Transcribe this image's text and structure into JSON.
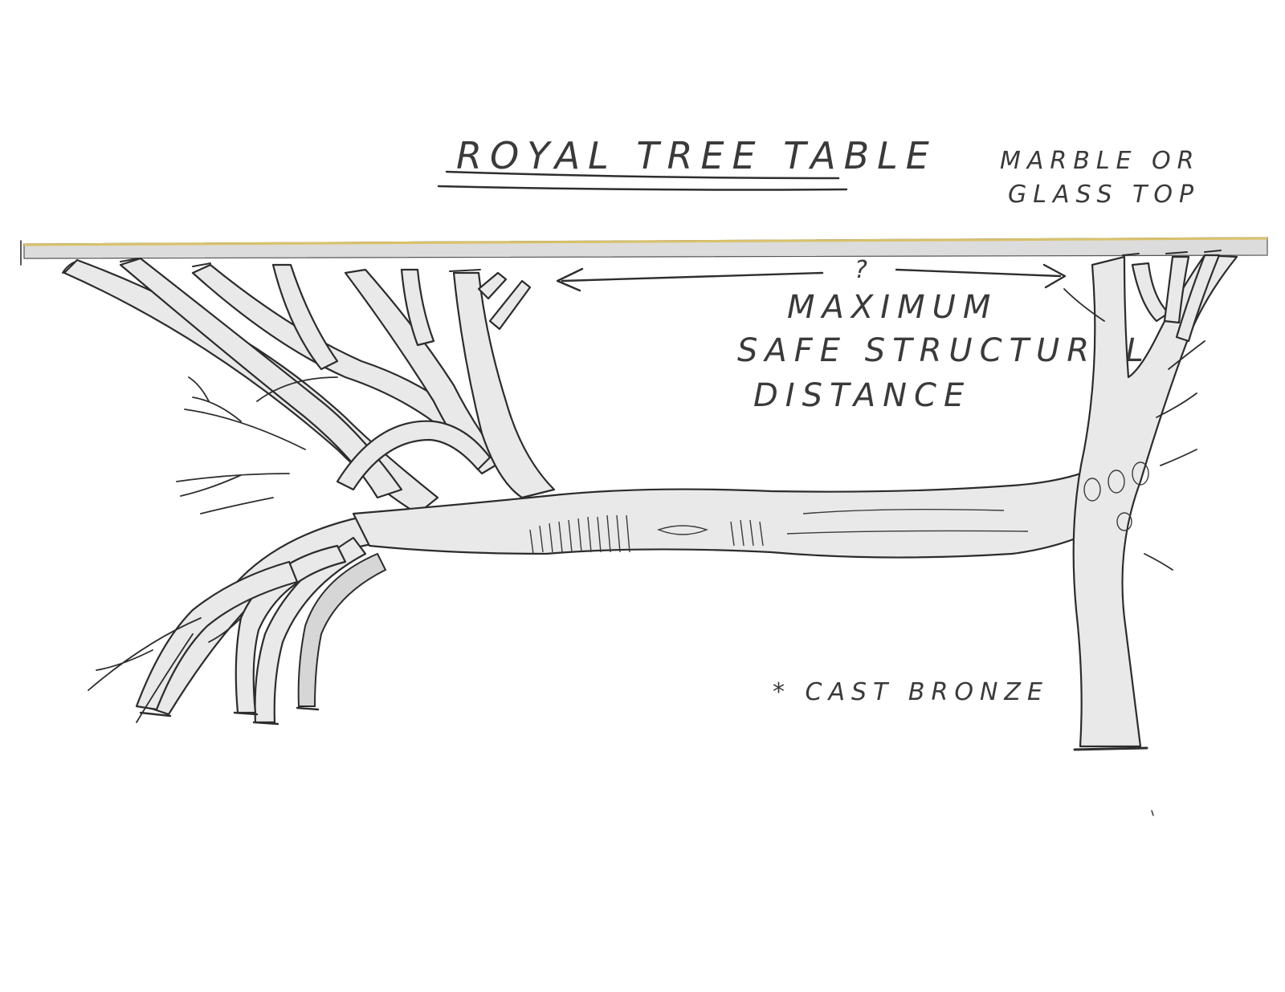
{
  "title": "ROYAL TREE TABLE",
  "notes": {
    "top_material_line1": "MARBLE OR",
    "top_material_line2": "GLASS TOP",
    "span_question": "?",
    "span_line1": "MAXIMUM",
    "span_line2": "SAFE STRUCTURAL",
    "span_line3": "DISTANCE",
    "material": "* CAST BRONZE"
  },
  "colors": {
    "ink": "#2e2e2e",
    "bronze_fill": "#e9e9e9",
    "tabletop_edge": "#d9c26a",
    "tabletop_fill": "#d8d8d8"
  }
}
